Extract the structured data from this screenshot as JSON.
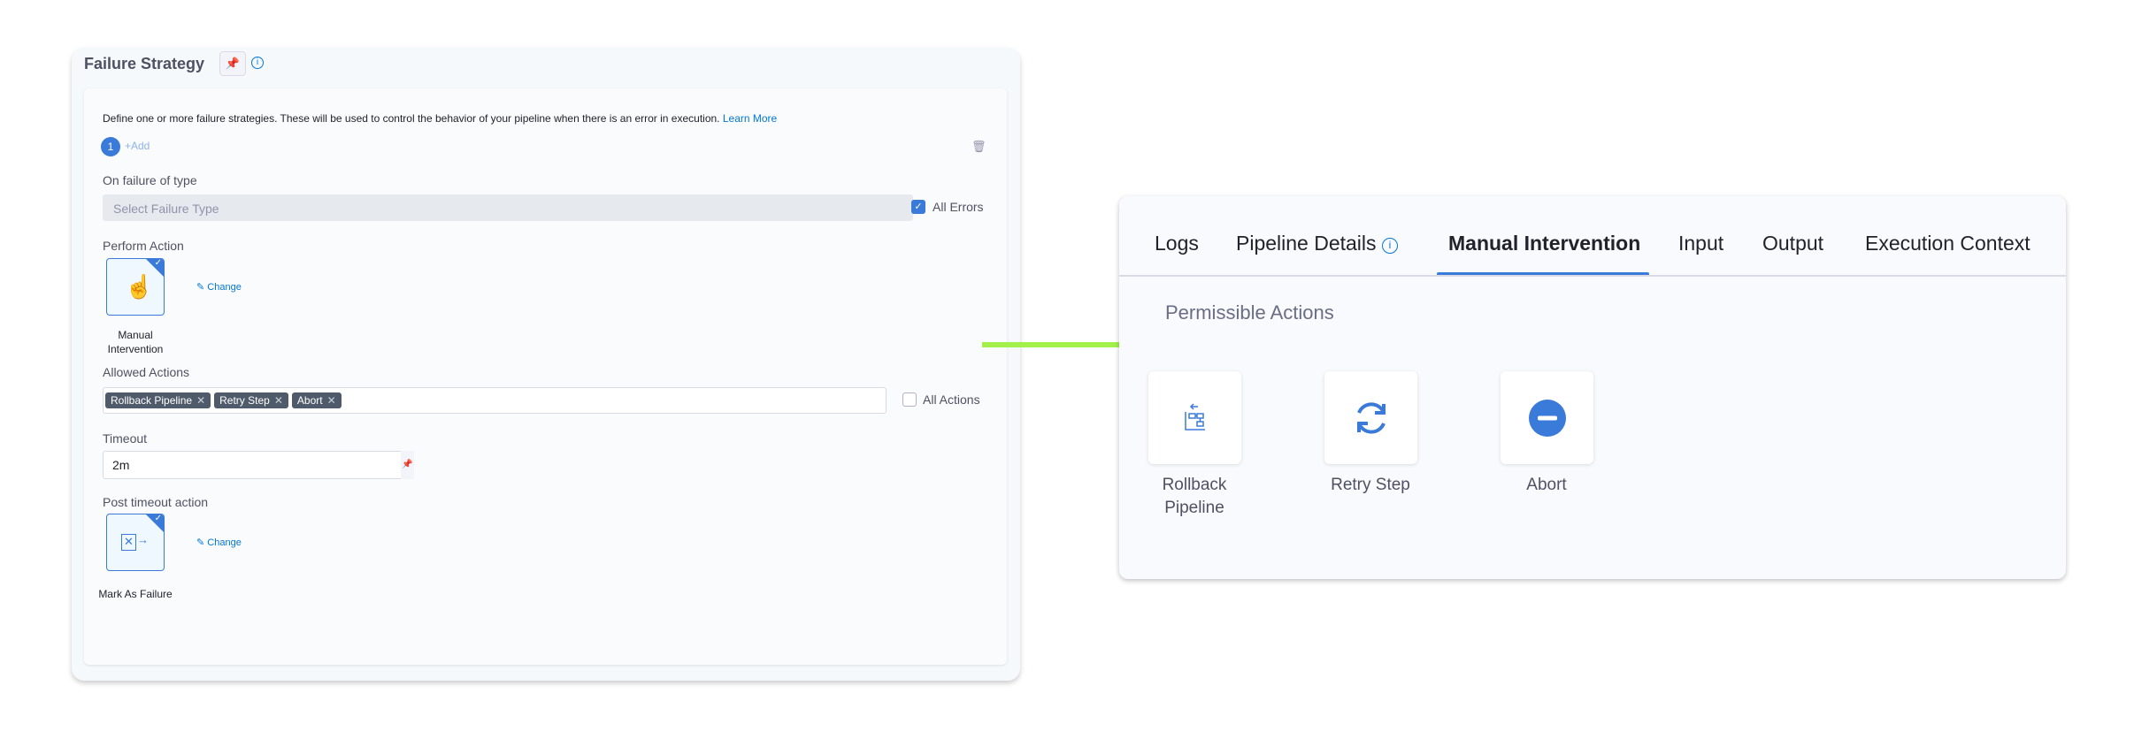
{
  "failure_strategy": {
    "title": "Failure Strategy",
    "description": "Define one or more failure strategies. These will be used to control the behavior of your pipeline when there is an error in execution.",
    "learn_more": "Learn More",
    "step_number": "1",
    "add_label": "+Add",
    "on_failure_label": "On failure of type",
    "failure_type_placeholder": "Select Failure Type",
    "all_errors_label": "All Errors",
    "all_errors_checked": true,
    "perform_action_label": "Perform Action",
    "perform_action_value": "Manual Intervention",
    "change_label": "Change",
    "allowed_actions_label": "Allowed Actions",
    "allowed_actions": [
      "Rollback Pipeline",
      "Retry Step",
      "Abort"
    ],
    "all_actions_label": "All Actions",
    "all_actions_checked": false,
    "timeout_label": "Timeout",
    "timeout_value": "2m",
    "post_timeout_label": "Post timeout action",
    "post_timeout_value": "Mark As Failure"
  },
  "execution_panel": {
    "tabs": [
      "Logs",
      "Pipeline Details",
      "Manual Intervention",
      "Input",
      "Output",
      "Execution Context"
    ],
    "active_tab": "Manual Intervention",
    "section_title": "Permissible Actions",
    "actions": [
      {
        "label": "Rollback Pipeline",
        "icon": "rollback-pipeline-icon"
      },
      {
        "label": "Retry Step",
        "icon": "retry-icon"
      },
      {
        "label": "Abort",
        "icon": "abort-icon"
      }
    ]
  },
  "colors": {
    "accent": "#3a7ad9",
    "arrow": "#a3f04a"
  }
}
